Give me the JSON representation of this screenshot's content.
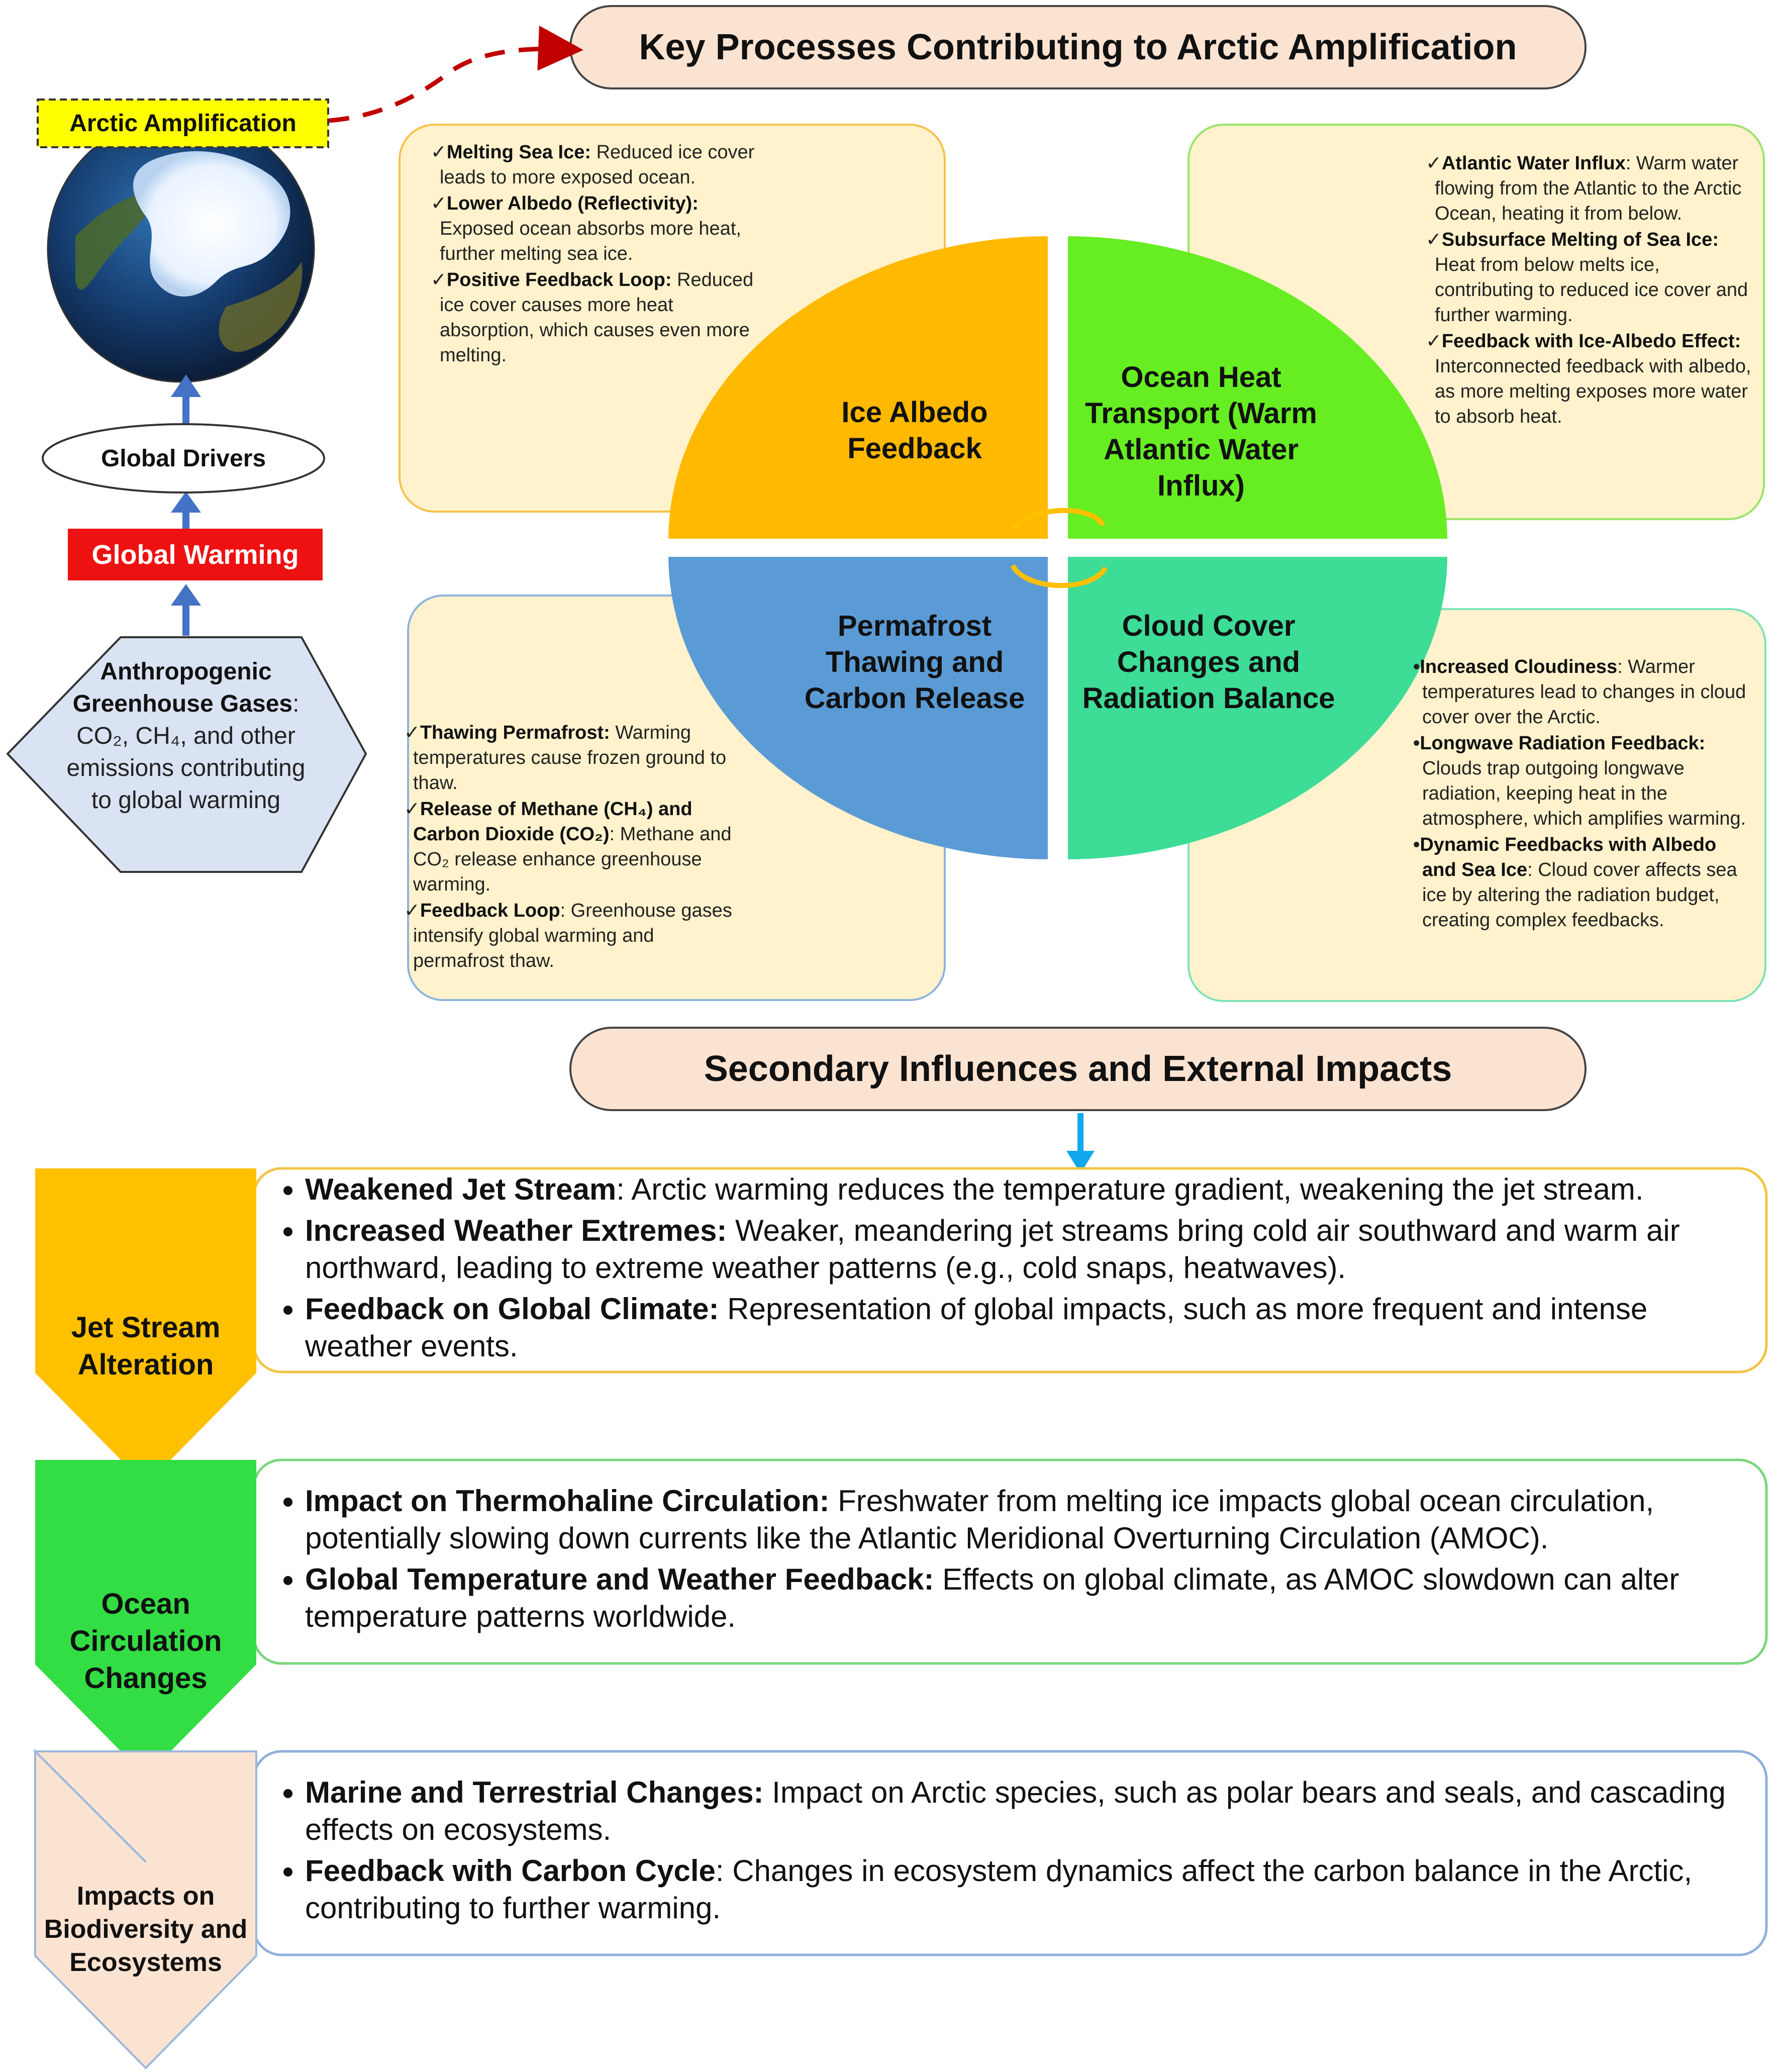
{
  "title_main": "Key Processes Contributing to Arctic Amplification",
  "title_secondary": "Secondary Influences and External Impacts",
  "left": {
    "arctic_label": "Arctic Amplification",
    "global_drivers": "Global Drivers",
    "global_warming": "Global Warming",
    "gases_title": "Anthropogenic Greenhouse Gases",
    "gases_body": "CO₂, CH₄, and other emissions contributing to global warming"
  },
  "quadrants": {
    "ice_albedo": "Ice Albedo Feedback",
    "ocean_heat": "Ocean Heat Transport (Warm Atlantic Water Influx)",
    "permafrost": "Permafrost Thawing and Carbon Release",
    "cloud_cover": "Cloud Cover Changes and Radiation Balance"
  },
  "text_boxes": {
    "ice_albedo": [
      {
        "bullet": "✓",
        "bold": "Melting Sea Ice:",
        "text": " Reduced ice cover leads to more exposed ocean."
      },
      {
        "bullet": "✓",
        "bold": "Lower Albedo (Reflectivity):",
        "text": " Exposed ocean absorbs more heat, further melting sea ice."
      },
      {
        "bullet": "✓",
        "bold": "Positive Feedback Loop:",
        "text": " Reduced ice cover causes more heat absorption,  which causes even more melting."
      }
    ],
    "ocean_heat": [
      {
        "bullet": "✓",
        "bold": "Atlantic Water Influx",
        "text": ": Warm water flowing from the Atlantic to the Arctic Ocean, heating it from below."
      },
      {
        "bullet": "✓",
        "bold": "Subsurface Melting of Sea Ice:",
        "text": " Heat from below melts ice, contributing to reduced ice cover and further warming."
      },
      {
        "bullet": "✓",
        "bold": "Feedback with Ice-Albedo Effect:",
        "text": " Interconnected feedback with albedo, as more melting exposes more water to absorb heat."
      }
    ],
    "permafrost": [
      {
        "bullet": "✓",
        "bold": "Thawing Permafrost:",
        "text": " Warming temperatures cause frozen ground to thaw."
      },
      {
        "bullet": "✓",
        "bold": "Release of Methane (CH₄) and Carbon Dioxide (CO₂)",
        "text": ": Methane and CO₂ release enhance greenhouse warming."
      },
      {
        "bullet": "✓",
        "bold": "Feedback Loop",
        "text": ": Greenhouse gases intensify global warming and permafrost thaw."
      }
    ],
    "cloud_cover": [
      {
        "bullet": "•",
        "bold": "Increased Cloudiness",
        "text": ": Warmer temperatures lead to changes in cloud cover over the Arctic."
      },
      {
        "bullet": "•",
        "bold": "Longwave Radiation Feedback:",
        "text": " Clouds trap outgoing longwave radiation, keeping heat in the atmosphere, which amplifies warming."
      },
      {
        "bullet": "•",
        "bold": "Dynamic Feedbacks with Albedo and Sea Ice",
        "text": ": Cloud cover affects sea ice by altering the radiation budget, creating complex feedbacks."
      }
    ]
  },
  "impacts": [
    {
      "label": "Jet Stream Alteration",
      "color": "#FFC000",
      "items": [
        {
          "bold": "Weakened Jet Stream",
          "text": ": Arctic warming reduces the temperature gradient, weakening the jet stream."
        },
        {
          "bold": "Increased Weather Extremes:",
          "text": " Weaker, meandering jet streams bring cold air southward and warm air northward, leading to extreme weather patterns (e.g., cold snaps, heatwaves)."
        },
        {
          "bold": "Feedback on Global Climate:",
          "text": " Representation of global impacts, such as more frequent and intense weather events."
        }
      ]
    },
    {
      "label": "Ocean Circulation Changes",
      "color": "#33DD44",
      "items": [
        {
          "bold": "Impact on Thermohaline Circulation:",
          "text": " Freshwater from melting ice impacts global ocean circulation, potentially slowing down currents like the Atlantic Meridional Overturning Circulation (AMOC)."
        },
        {
          "bold": "Global Temperature and Weather Feedback:",
          "text": " Effects on global climate, as AMOC slowdown can alter temperature patterns worldwide."
        }
      ]
    },
    {
      "label": "Impacts on Biodiversity and Ecosystems",
      "color": "#FBE3D2",
      "items": [
        {
          "bold": "Marine and Terrestrial Changes:",
          "text": " Impact on Arctic species, such as polar bears and seals, and cascading effects on ecosystems."
        },
        {
          "bold": "Feedback with Carbon Cycle",
          "text": ": Changes in ecosystem dynamics affect the carbon balance in the Arctic, contributing to further warming."
        }
      ]
    }
  ],
  "colors": {
    "ice_albedo": "#FFB900",
    "ocean_heat": "#66EE22",
    "permafrost": "#5B9BD5",
    "cloud_cover": "#3DDC97",
    "title_fill": "#FBE3D2",
    "note_fill": "#FFF2CC",
    "arrow_blue": "#4472C4",
    "global_warming_red": "#EE1111",
    "arctic_label_yellow": "#FFFF00",
    "hexagon_fill": "#DAE3F3"
  }
}
